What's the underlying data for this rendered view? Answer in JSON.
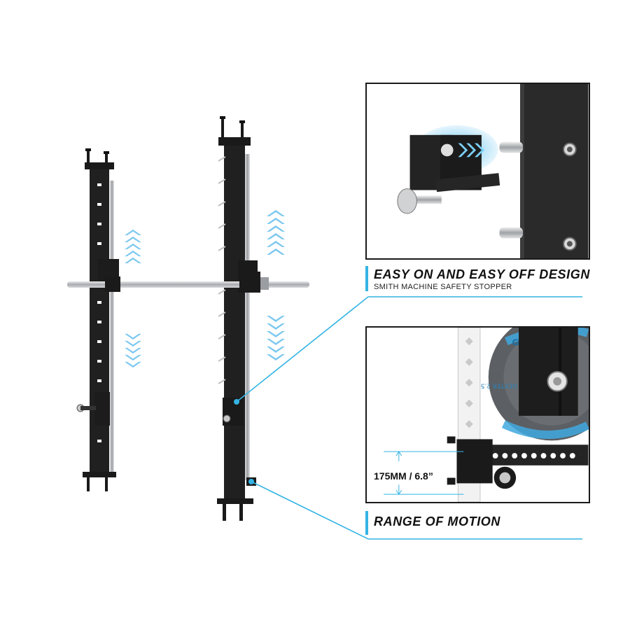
{
  "callouts": [
    {
      "headline": "EASY ON AND EASY OFF DESIGN",
      "subline": "SMITH MACHINE SAFETY STOPPER"
    },
    {
      "headline": "RANGE OF MOTION"
    }
  ],
  "measurement": "175MM / 6.8”",
  "logo": {
    "text": "GEXTER",
    "small": "GEXTER 2.5"
  },
  "colors": {
    "accent": "#34b4e4",
    "frame": "#1a1a1a",
    "bar": "#b9bcc0",
    "arrow": "#7cc8ef"
  },
  "icons": [
    "up-arrow-chevron-icon",
    "down-arrow-chevron-icon"
  ]
}
